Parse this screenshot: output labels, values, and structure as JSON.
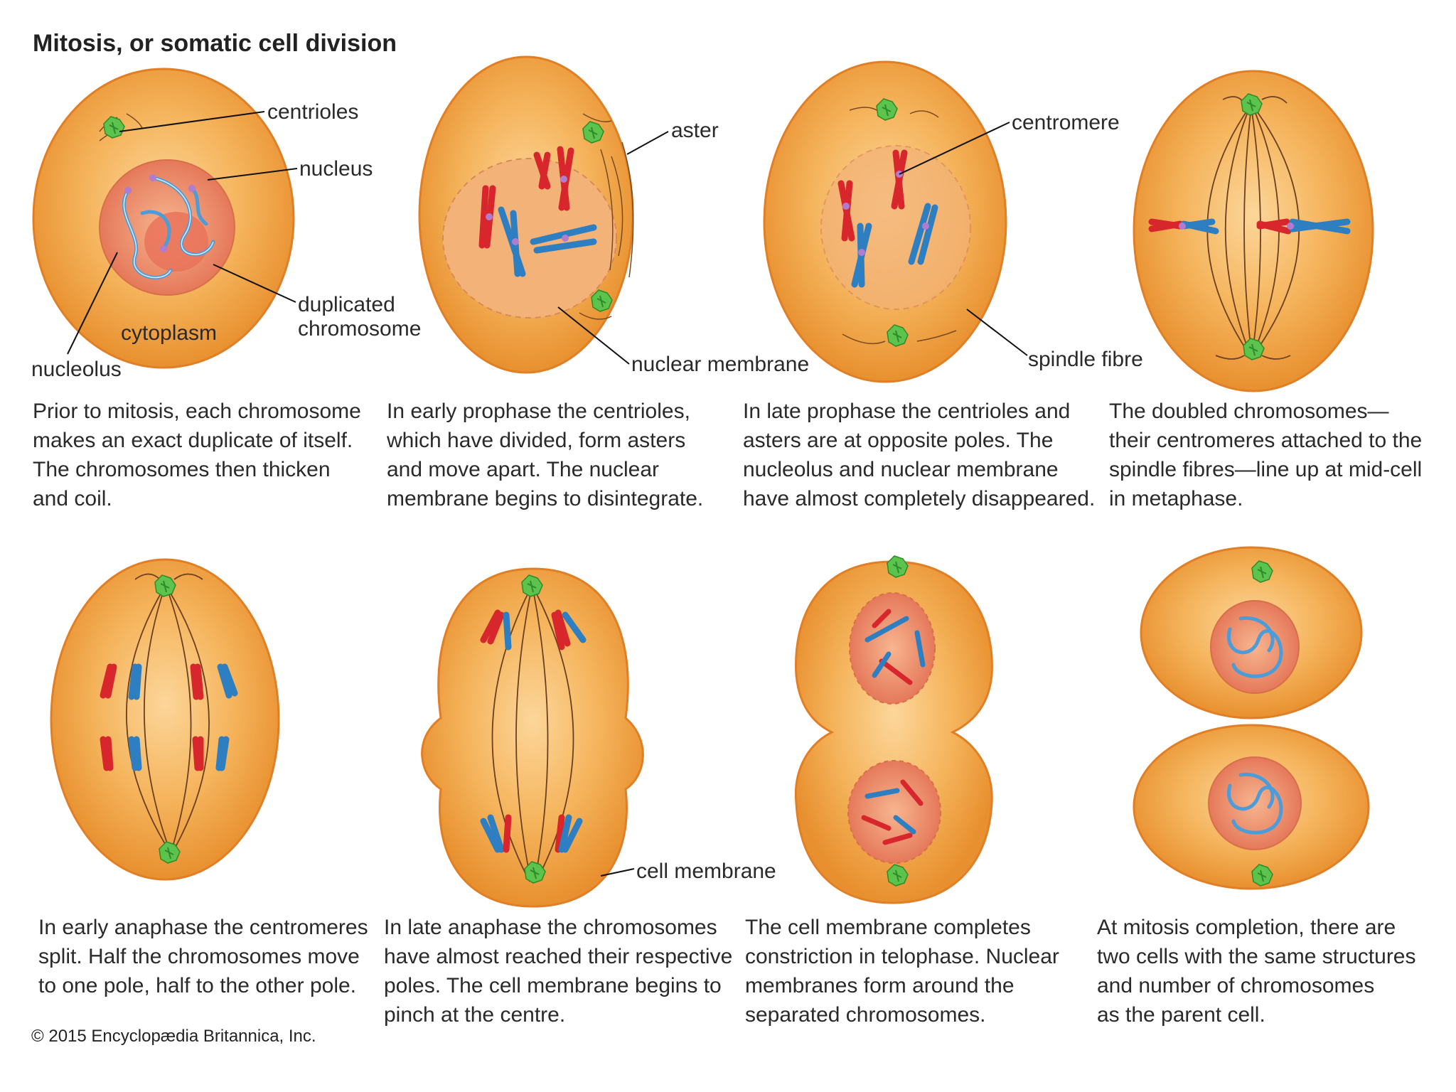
{
  "title": "Mitosis, or somatic cell division",
  "labels": {
    "centrioles": "centrioles",
    "nucleus": "nucleus",
    "duplicated_chromosome_1": "duplicated",
    "duplicated_chromosome_2": "chromosome",
    "cytoplasm": "cytoplasm",
    "nucleolus": "nucleolus",
    "aster": "aster",
    "nuclear_membrane": "nuclear membrane",
    "centromere": "centromere",
    "spindle_fibre": "spindle fibre",
    "cell_membrane": "cell membrane"
  },
  "captions": [
    "Prior to mitosis, each chromosome\nmakes an exact duplicate of itself.\nThe chromosomes then thicken\nand coil.",
    "In early prophase the centrioles,\nwhich have divided, form asters\nand move apart. The nuclear\nmembrane begins to disintegrate.",
    "In late prophase the centrioles and\nasters are at opposite poles. The\nnucleolus and nuclear membrane\nhave almost completely disappeared.",
    "The doubled chromosomes—\ntheir centromeres attached to the\nspindle fibres—line up at mid-cell\nin metaphase.",
    "In early anaphase the centromeres\nsplit. Half the chromosomes move\nto one pole, half to the other pole.",
    "In late anaphase the chromosomes\nhave almost reached their respective\npoles. The cell membrane begins to\npinch at the centre.",
    "The cell membrane completes\nconstriction in telophase. Nuclear\nmembranes form around the\nseparated chromosomes.",
    "At mitosis completion, there are\ntwo cells with the same structures\nand number of chromosomes\nas the parent cell."
  ],
  "copyright": "© 2015 Encyclopædia Britannica, Inc.",
  "colors": {
    "cell_fill": "#f3a646",
    "cell_edge": "#e58c2c",
    "nucleus_fill": "#ee8e63",
    "nucleolus_fill": "#e9735a",
    "centriole": "#59c24b",
    "chromatid_red": "#d7262c",
    "chromatid_blue": "#2e7fc1",
    "centromere": "#b07ccf",
    "spindle": "#6b4020"
  },
  "icons": [
    "centriole-icon",
    "chromosome-icon"
  ]
}
